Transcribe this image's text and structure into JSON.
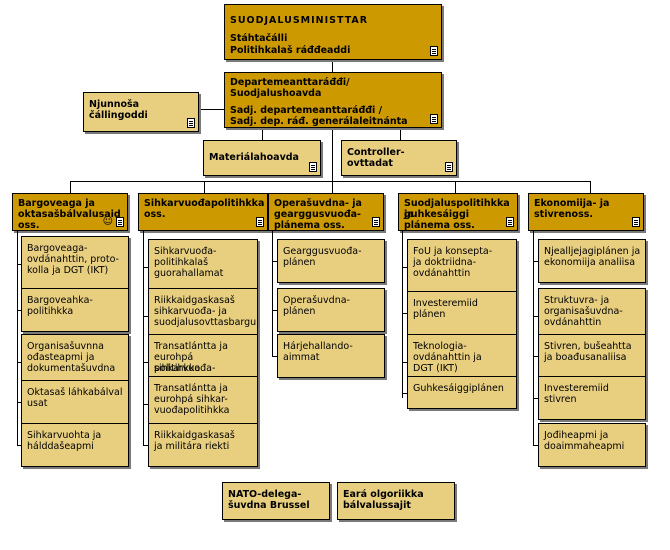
{
  "top": {
    "title": "SUODJALUSMINISTTAR",
    "sub1": "Stáhtačálli",
    "sub2": "Politihkalaš ráđđeaddi"
  },
  "dept": {
    "l1": "Departemeanttaráđđi/",
    "l2": "Suodjalushoavda",
    "l3": "Sadj. departemeanttaráđđi /",
    "l4": "Sadj. dep. ráđ. generálaleitnánta"
  },
  "njunnosa": {
    "l1": "Njunnoša",
    "l2": "čállingoddi"
  },
  "materiala": "Materiálahoavda",
  "controller": {
    "l1": "Controller-",
    "l2": "ovttadat"
  },
  "departments": [
    {
      "l1": "Bargoveaga ja",
      "l2": "oktasašbálvalusaid",
      "l3": "oss.",
      "items": [
        [
          "Bargoveaga-",
          "ovdánahttin, proto-",
          "kolla ja DGT (IKT)"
        ],
        [
          "Bargoveahka-",
          "politihkka"
        ],
        [
          "Organisašuvnna",
          "ođasteapmi  ja",
          "dokumentašuvdna"
        ],
        [
          "Oktasaš láhkabálval",
          "usat"
        ],
        [
          "Sihkarvuohta ja",
          "hálddašeapmi"
        ]
      ]
    },
    {
      "l1": "Sihkarvuođapolitihkka",
      "l2": "oss.",
      "l3": "",
      "items": [
        [
          "Sihkarvuođa-",
          "politihkalaš",
          "guorahallamat"
        ],
        [
          "Riikkaidgaskasaš",
          "sihkarvuođa- ja",
          "suodjalusovttasbargu"
        ],
        [
          "Transatlántta ja",
          "eurohpá sihkarvuođa-",
          "politihkka"
        ],
        [
          "Transatlántta ja",
          "eurohpá sihkar-",
          "vuođapolitihkka"
        ],
        [
          "Riikkaidgaskasaš",
          "ja militára riekti"
        ]
      ]
    },
    {
      "l1": "Operašuvdna- ja",
      "l2": "gearggusvuođa-",
      "l3": "plánema oss.",
      "items": [
        [
          "Gearggusvuođa-",
          "plánen"
        ],
        [
          "Operašuvdna-",
          "plánen"
        ],
        [
          "Hárjehallando-",
          "aimmat"
        ]
      ]
    },
    {
      "l1": "Suodjaluspolitihkka ja",
      "l2": "guhkesáiggi",
      "l3": "plánema oss.",
      "items": [
        [
          "FoU ja konsepta-",
          "ja doktriidna-",
          "ovdánahttin"
        ],
        [
          "Investeremiid",
          "plánen"
        ],
        [
          "Teknologia-",
          "ovdánahttin ja",
          "DGT (IKT)"
        ],
        [
          "Guhkesáiggiplánen"
        ]
      ]
    },
    {
      "l1": "Ekonomiija- ja",
      "l2": "stivrenoss.",
      "l3": "",
      "items": [
        [
          "Njealljejagiplánen ja",
          "ekonomiija analiisa"
        ],
        [
          "Struktuvra- ja",
          "organisašuvdna-",
          "ovdánahttin"
        ],
        [
          "Stivren, bušeahtta",
          "ja boađusanaliisa"
        ],
        [
          "Investeremiid",
          "stivren"
        ],
        [
          "Jođiheapmi ja",
          "doaimmaheapmi"
        ]
      ]
    }
  ],
  "bottom": [
    {
      "l1": "NATO-delega-",
      "l2": "šuvdna Brussel"
    },
    {
      "l1": "Eará olgoriikka",
      "l2": "bálvalussajit"
    }
  ]
}
